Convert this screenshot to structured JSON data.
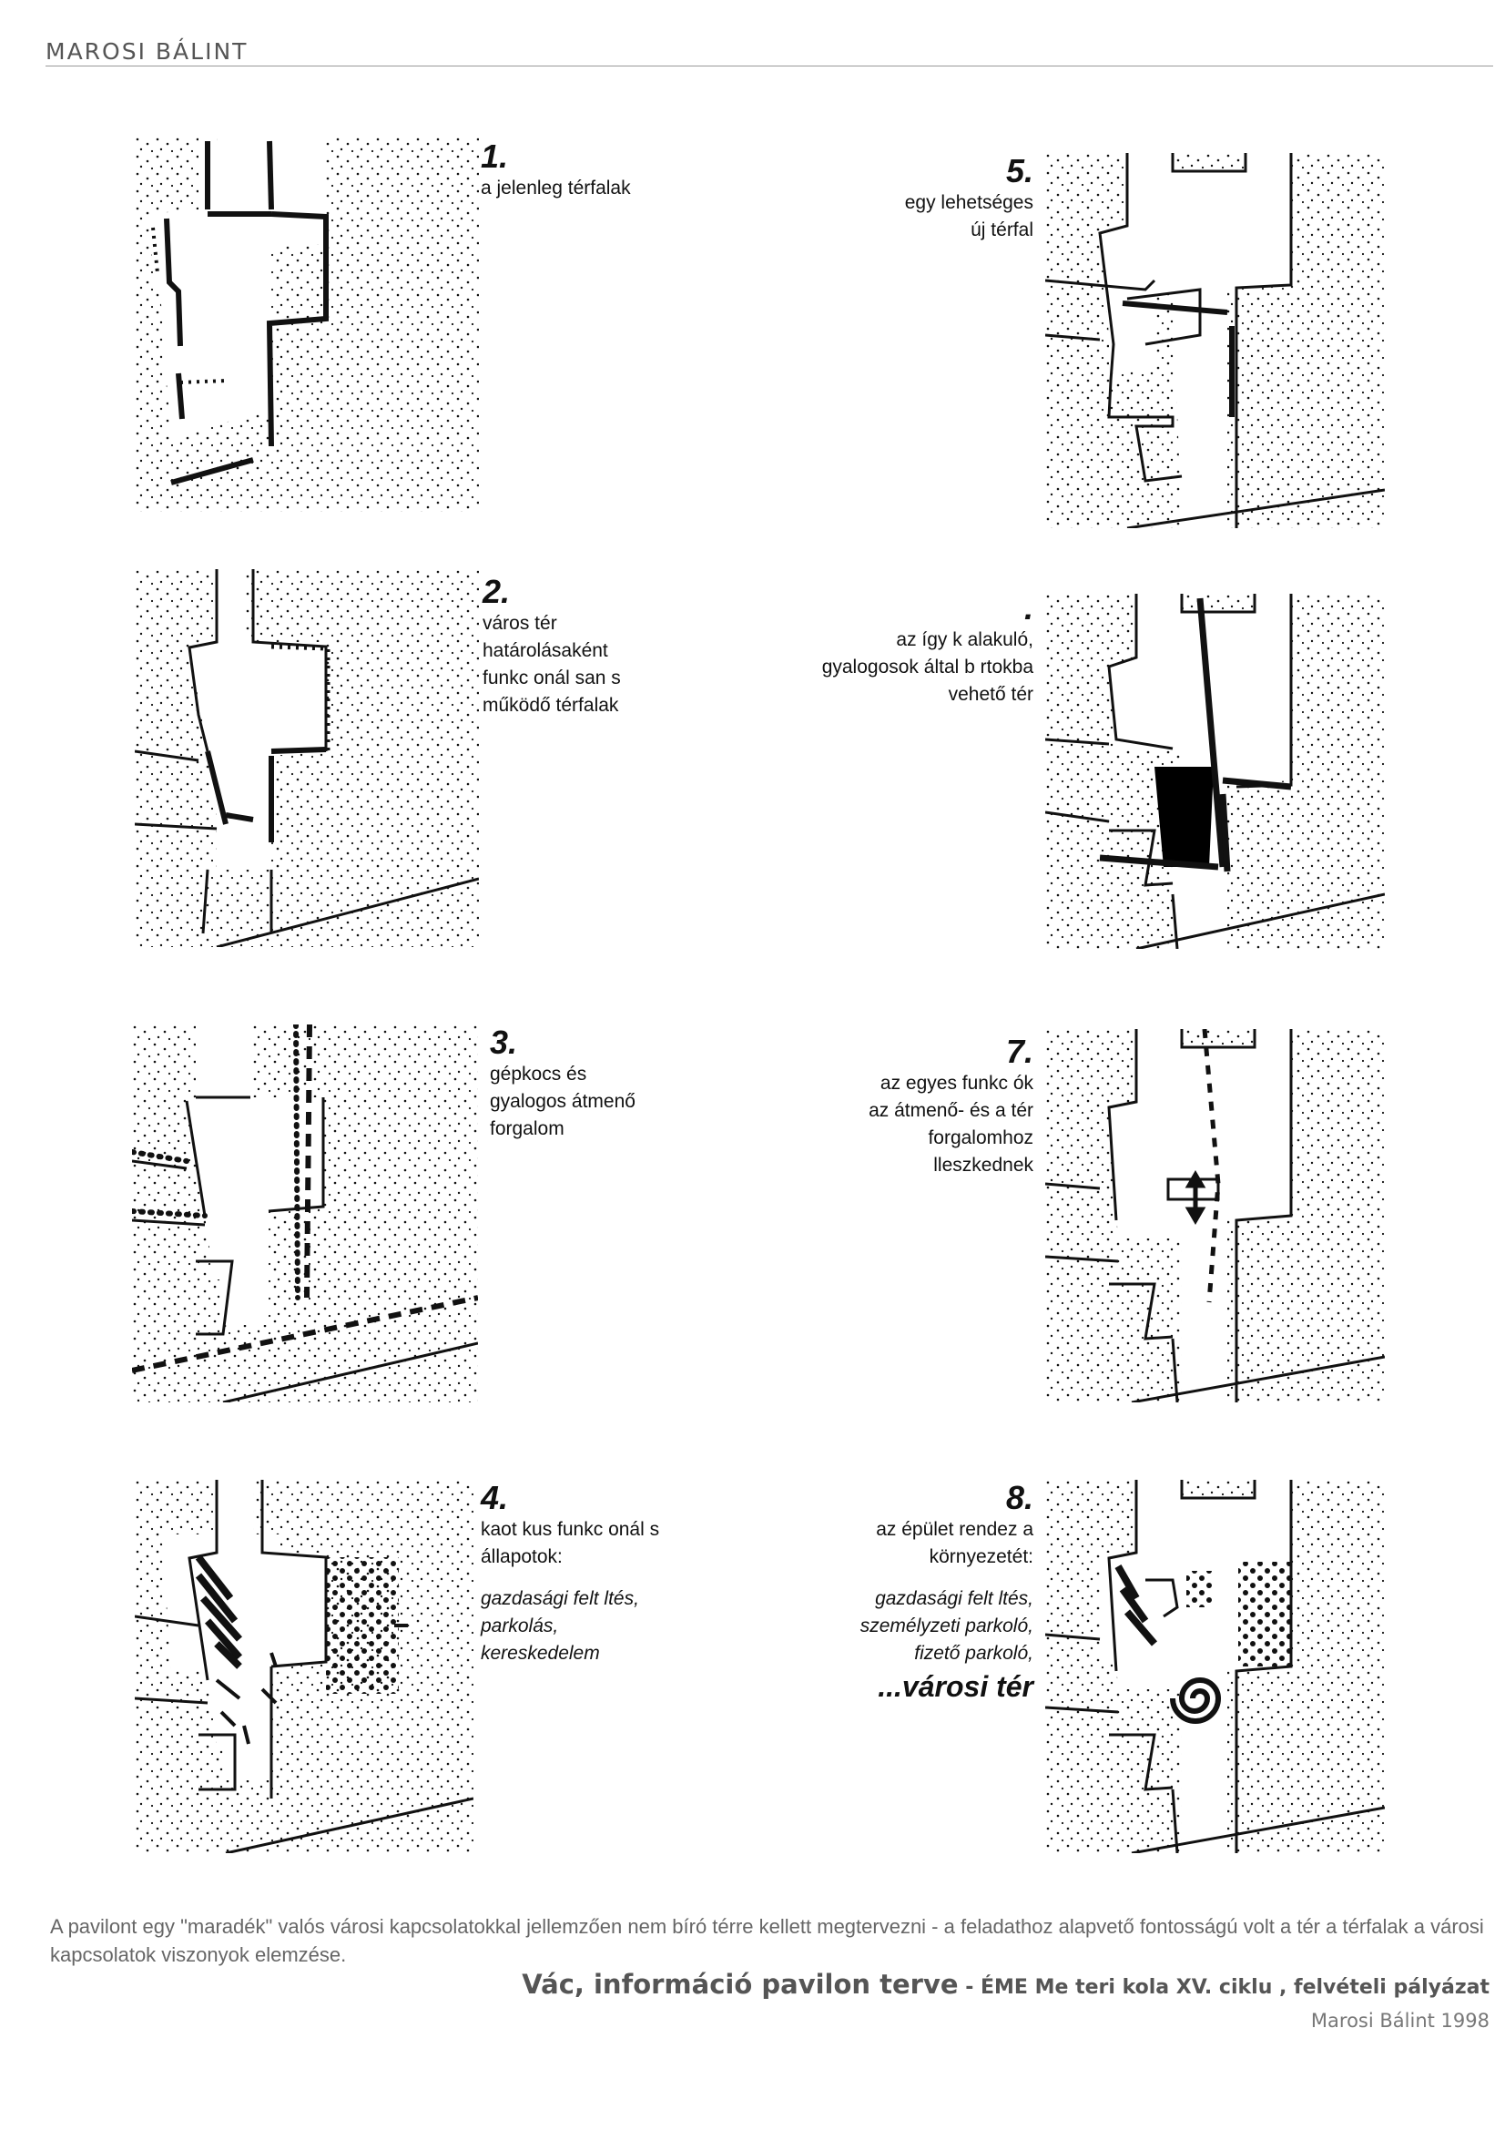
{
  "header": {
    "author": "MAROSI BÁLINT"
  },
  "panels": [
    {
      "number": "1.",
      "lines": [
        "a jelenleg  térfalak"
      ],
      "italic_lines": [],
      "highlight": ""
    },
    {
      "number": "2.",
      "lines": [
        "város  tér",
        "határolásaként",
        "funkc onál san  s",
        "működő térfalak"
      ],
      "italic_lines": [],
      "highlight": ""
    },
    {
      "number": "3.",
      "lines": [
        "gépkocs  és",
        "gyalogos átmenő",
        "forgalom"
      ],
      "italic_lines": [],
      "highlight": ""
    },
    {
      "number": "4.",
      "lines": [
        "kaot kus funkc onál s",
        "állapotok:"
      ],
      "italic_lines": [
        "gazdasági felt  ltés,",
        "parkolás,",
        "kereskedelem"
      ],
      "highlight": ""
    },
    {
      "number": "5.",
      "lines": [
        "egy lehetséges",
        "új térfal"
      ],
      "italic_lines": [],
      "highlight": ""
    },
    {
      "number": ".",
      "lines": [
        "az így k alakuló,",
        "gyalogosok által b rtokba",
        "vehető tér"
      ],
      "italic_lines": [],
      "highlight": ""
    },
    {
      "number": "7.",
      "lines": [
        "az egyes funkc ók",
        "az átmenő- és a tér",
        "forgalomhoz",
        "lleszkednek"
      ],
      "italic_lines": [],
      "highlight": ""
    },
    {
      "number": "8.",
      "lines": [
        "az épület rendez  a",
        "környezetét:"
      ],
      "italic_lines": [
        "gazdasági felt  ltés,",
        "személyzeti parkoló,",
        "fizető parkoló,"
      ],
      "highlight": "...városi tér"
    }
  ],
  "footer": {
    "description": "A pavilont egy \"maradék\"  valós városi kapcsolatokkal jellemzően nem bíró térre kellett megtervezni - a feladathoz alapvető fontosságú volt a tér  a térfalak  a városi kapcsolatok  viszonyok elemzése.",
    "title": "Vác, információ   pavilon terve",
    "subtitle": " - ÉME Me  teri  kola XV. ciklu  , felvételi pályázat",
    "author_year": "Marosi Bálint  1998"
  }
}
